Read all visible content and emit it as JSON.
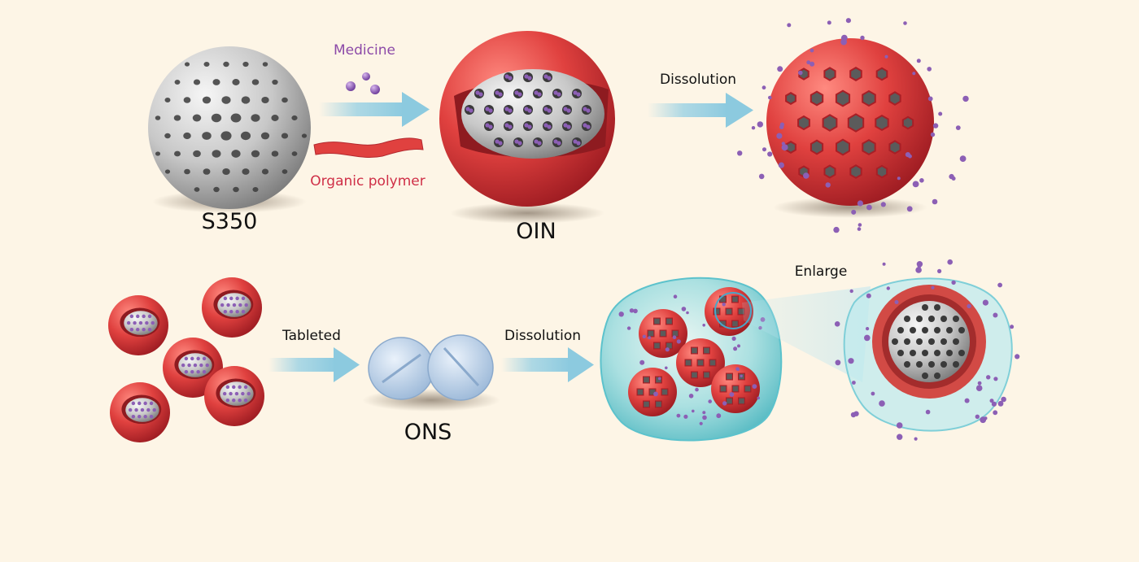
{
  "labels": {
    "medicine": "Medicine",
    "organic_polymer": "Organic polymer",
    "s350": "S350",
    "oin": "OIN",
    "dissolution_top": "Dissolution",
    "tableted": "Tableted",
    "ons": "ONS",
    "dissolution_bottom": "Dissolution",
    "enlarge": "Enlarge"
  },
  "colors": {
    "background": "#fdf5e6",
    "silica": "#c9c9c9",
    "polymer": "#d93a3a",
    "medicine": "#8c5fb5",
    "arrow": "#9fd3e4",
    "fluid": "#74cfd6",
    "tablet": "#b7cfe8"
  }
}
